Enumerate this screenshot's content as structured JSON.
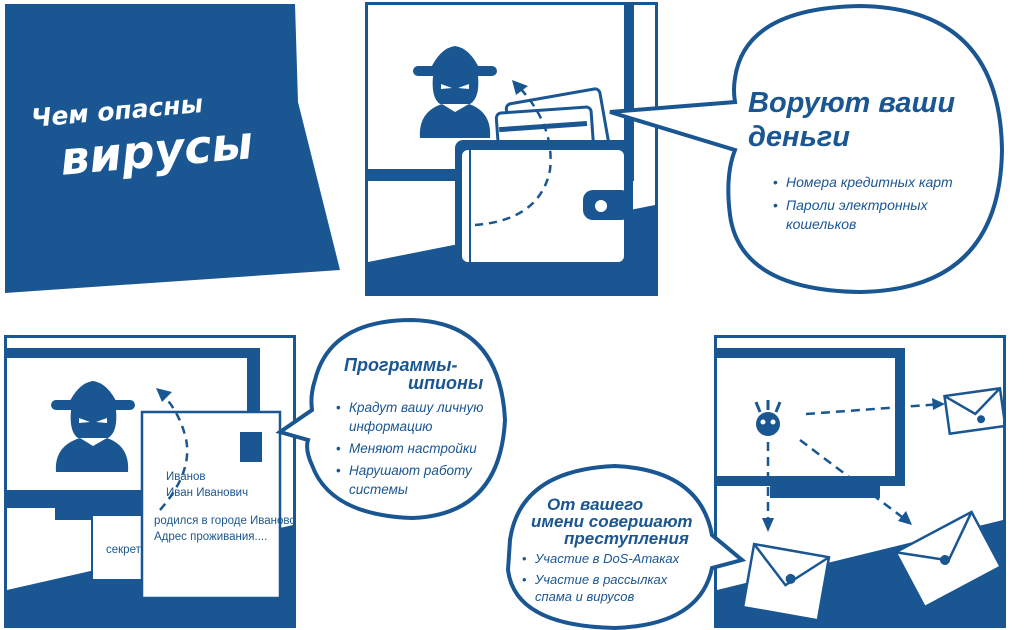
{
  "colors": {
    "brand_blue": "#1a5691",
    "white": "#ffffff"
  },
  "title": {
    "line1": "Чем опасны",
    "line2": "вирусы"
  },
  "panel_money": {
    "bubble_title_line1": "Воруют ваши",
    "bubble_title_line2": "деньги",
    "bullets": [
      "Номера кредитных карт",
      "Пароли электронных кошельков"
    ],
    "icons": [
      "hacker-icon",
      "wallet-icon",
      "credit-cards-icon",
      "monitor-icon"
    ]
  },
  "panel_spy": {
    "bubble_title_line1": "Программы-",
    "bubble_title_line2": "шпионы",
    "bullets": [
      "Крадут вашу личную информацию",
      "Меняют настройки",
      "Нарушают работу системы"
    ],
    "document": {
      "line1": "Иванов",
      "line2": "Иван Иванович",
      "line3": "родился в городе Иваново",
      "line4": "Адрес проживания....",
      "small_card": "секретно"
    },
    "icons": [
      "hacker-icon",
      "document-icon",
      "monitor-icon"
    ]
  },
  "panel_crime": {
    "bubble_title_line1": "От вашего",
    "bubble_title_line2": "имени совершают",
    "bubble_title_line3": "преступления",
    "bullets": [
      "Участие в DoS-Атаках",
      "Участие в рассылках спама и вирусов"
    ],
    "icons": [
      "virus-icon",
      "envelope-icon",
      "monitor-icon"
    ]
  }
}
